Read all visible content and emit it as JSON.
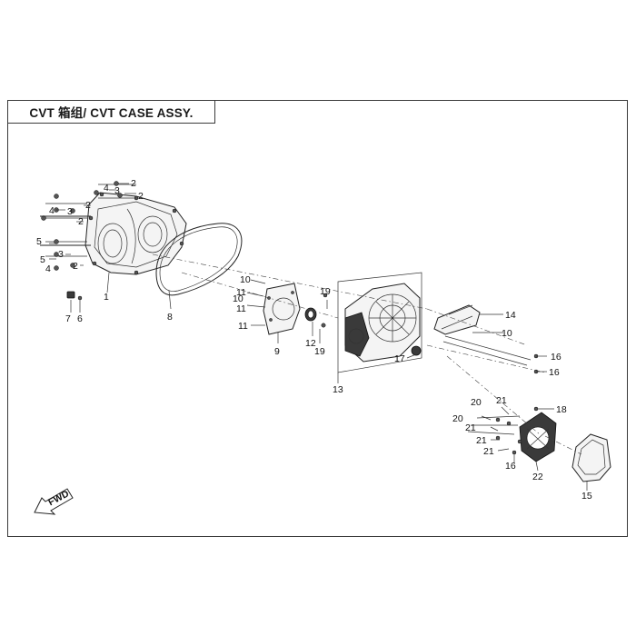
{
  "title": "CVT 箱组/ CVT CASE ASSY.",
  "fwd_label": "FWD",
  "callouts": [
    {
      "id": "c2a",
      "text": "2"
    },
    {
      "id": "c3a",
      "text": "3"
    },
    {
      "id": "c4a",
      "text": "4"
    },
    {
      "id": "c2b",
      "text": "2"
    },
    {
      "id": "c2c",
      "text": "2"
    },
    {
      "id": "c3b",
      "text": "3"
    },
    {
      "id": "c4b",
      "text": "4"
    },
    {
      "id": "c2d",
      "text": "2"
    },
    {
      "id": "c5a",
      "text": "5"
    },
    {
      "id": "c5b",
      "text": "5"
    },
    {
      "id": "c3c",
      "text": "3"
    },
    {
      "id": "c4c",
      "text": "4"
    },
    {
      "id": "c2e",
      "text": "2"
    },
    {
      "id": "c1",
      "text": "1"
    },
    {
      "id": "c7",
      "text": "7"
    },
    {
      "id": "c6",
      "text": "6"
    },
    {
      "id": "c8",
      "text": "8"
    },
    {
      "id": "c10a",
      "text": "10"
    },
    {
      "id": "c11a",
      "text": "11"
    },
    {
      "id": "c10b",
      "text": "10"
    },
    {
      "id": "c11b",
      "text": "11"
    },
    {
      "id": "c11c",
      "text": "11"
    },
    {
      "id": "c9",
      "text": "9"
    },
    {
      "id": "c19a",
      "text": "19"
    },
    {
      "id": "c12",
      "text": "12"
    },
    {
      "id": "c19b",
      "text": "19"
    },
    {
      "id": "c13",
      "text": "13"
    },
    {
      "id": "c17",
      "text": "17"
    },
    {
      "id": "c14",
      "text": "14"
    },
    {
      "id": "c10c",
      "text": "10"
    },
    {
      "id": "c16a",
      "text": "16"
    },
    {
      "id": "c16b",
      "text": "16"
    },
    {
      "id": "c20a",
      "text": "20"
    },
    {
      "id": "c21a",
      "text": "21"
    },
    {
      "id": "c18",
      "text": "18"
    },
    {
      "id": "c20b",
      "text": "20"
    },
    {
      "id": "c21b",
      "text": "21"
    },
    {
      "id": "c21c",
      "text": "21"
    },
    {
      "id": "c16c",
      "text": "16"
    },
    {
      "id": "c21d",
      "text": "21"
    },
    {
      "id": "c16d",
      "text": "16"
    },
    {
      "id": "c22",
      "text": "22"
    },
    {
      "id": "c15",
      "text": "15"
    }
  ]
}
